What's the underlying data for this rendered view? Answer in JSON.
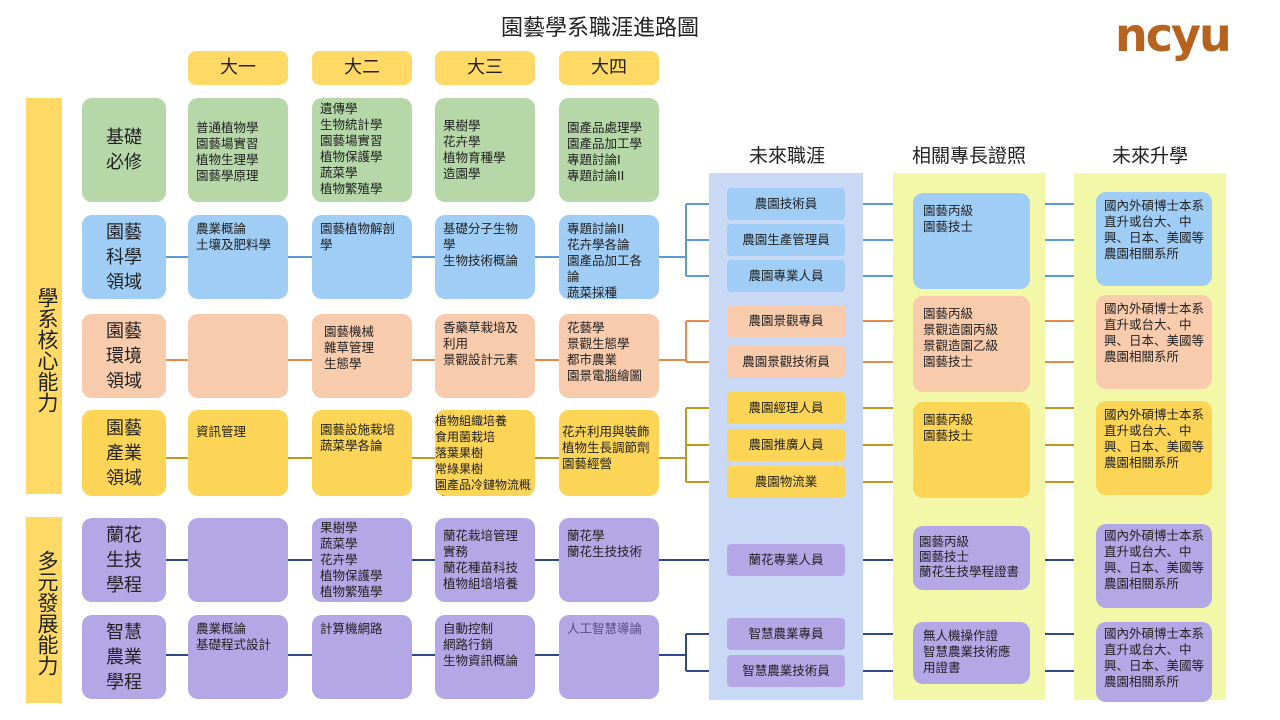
{
  "title": "園藝學系職涯進路圖",
  "logo": "ncyu",
  "years": [
    "大一",
    "大二",
    "大三",
    "大四"
  ],
  "sections": {
    "core": "學系核心能力",
    "diverse": "多元發展能力"
  },
  "column_headers": {
    "careers": "未來職涯",
    "certificates": "相關專長證照",
    "further_study": "未來升學"
  },
  "rows": [
    {
      "label": "基礎必修",
      "courses": [
        "普通植物學\n園藝場實習\n植物生理學\n園藝學原理",
        "遺傳學\n生物統計學\n園藝場實習\n植物保護學\n蔬菜學\n植物繁殖學",
        "果樹學\n花卉學\n植物育種學\n造園學",
        "園產品處理學\n園產品加工學\n專題討論I\n專題討論II"
      ]
    },
    {
      "label": "園藝科學領域",
      "courses": [
        "農業概論\n土壤及肥料學",
        "園藝植物解剖學",
        "基礎分子生物學\n生物技術概論",
        "專題討論II\n花卉學各論\n園產品加工各論\n蔬菜採種"
      ],
      "careers": [
        "農園技術員",
        "農園生產管理員",
        "農園專業人員"
      ],
      "certificate": "園藝丙級\n園藝技士",
      "study": "國內外碩博士本系直升或台大、中興、日本、美國等農園相關系所"
    },
    {
      "label": "園藝環境領域",
      "courses": [
        "",
        "園藝機械\n雜草管理\n生態學",
        "香藥草栽培及利用\n景觀設計元素",
        "花藝學\n景觀生態學\n都市農業\n園景電腦繪圖"
      ],
      "careers": [
        "農園景觀專員",
        "農園景觀技術員"
      ],
      "certificate": "園藝丙級\n景觀造園丙級\n景觀造園乙級\n園藝技士",
      "study": "國內外碩博士本系直升或台大、中興、日本、美國等農園相關系所"
    },
    {
      "label": "園藝產業領域",
      "courses": [
        "資訊管理",
        "園藝設施栽培\n蔬菜學各論",
        "植物組織培養\n食用菌栽培\n落葉果樹\n常綠果樹\n園產品冷鏈物流概論",
        "花卉利用與裝飾\n植物生長調節劑\n園藝經營"
      ],
      "careers": [
        "農園經理人員",
        "農園推廣人員",
        "農園物流業"
      ],
      "certificate": "園藝丙級\n園藝技士",
      "study": "國內外碩博士本系直升或台大、中興、日本、美國等農園相關系所"
    },
    {
      "label": "蘭花生技學程",
      "courses": [
        "",
        "果樹學\n蔬菜學\n花卉學\n植物保護學\n植物繁殖學",
        "蘭花栽培管理實務\n蘭花種苗科技\n植物組培培養",
        "蘭花學\n蘭花生技技術"
      ],
      "careers": [
        "蘭花專業人員"
      ],
      "certificate": "園藝丙級\n園藝技士\n蘭花生技學程證書",
      "study": "國內外碩博士本系直升或台大、中興、日本、美國等農園相關系所"
    },
    {
      "label": "智慧農業學程",
      "courses": [
        "農業概論\n基礎程式設計",
        "計算機網路",
        "自動控制\n網路行銷\n生物資訊概論",
        "人工智慧導論"
      ],
      "careers": [
        "智慧農業專員",
        "智慧農業技術員"
      ],
      "certificate": "無人機操作證\n智慧農業技術應用證書",
      "study": "國內外碩博士本系直升或台大、中興、日本、美國等農園相關系所"
    }
  ],
  "colors": {
    "green": "#b6d7a8",
    "blue": "#9fcdf5",
    "peach": "#f8cbad",
    "gold": "#fdd556",
    "purple": "#b4a7e6",
    "logo": "#b5631f"
  }
}
